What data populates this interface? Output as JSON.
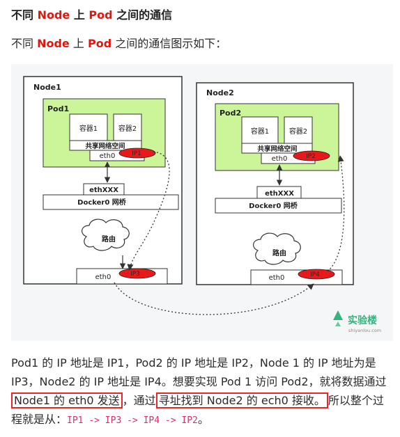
{
  "heading": {
    "prefix": "不同 ",
    "node": "Node",
    "mid": " 上 ",
    "pod": "Pod",
    "suffix": " 之间的通信"
  },
  "intro": {
    "prefix": "不同 ",
    "node": "Node",
    "mid": " 上 ",
    "pod": "Pod",
    "suffix": " 之间的通信图示如下："
  },
  "diagram": {
    "node1": {
      "title": "Node1",
      "pod": "Pod1",
      "container1": "容器1",
      "container2": "容器2",
      "netns": "共享网络空间",
      "eth0": "eth0",
      "ip": "IP1",
      "ethxxx": "ethXXX",
      "bridge": "Docker0 网桥",
      "router": "路由",
      "host_eth0": "eth0",
      "host_ip": "IP3"
    },
    "node2": {
      "title": "Node2",
      "pod": "Pod2",
      "container1": "容器1",
      "container2": "容器2",
      "netns": "共享网络空间",
      "eth0": "eth0",
      "ip": "IP2",
      "ethxxx": "ethXXX",
      "bridge": "Docker0 网桥",
      "router": "路由",
      "host_eth0": "eth0",
      "host_ip": "IP4"
    },
    "watermark": {
      "brand": "实验楼",
      "url": "shiyanlou.com"
    },
    "colors": {
      "pod_fill": "#ccf59a",
      "ip_fill": "#e8191b",
      "watermark": "#36b37e"
    }
  },
  "paragraph": {
    "p1": "Pod1 的 IP 地址是 IP1，Pod2 的 IP 地址是 IP2，Node 1 的 IP 地址为是 IP3，Node2 的 IP 地址是 IP4。想要实现 Pod 1 访问 Pod2，就将数据通过",
    "hl1": "Node1 的 eth0 发送",
    "p2": "，通过",
    "hl2": "寻址找到 Node2 的 ech0 接收。",
    "p3": "所以整个过程就是从：",
    "code": "IP1 -> IP3 -> IP4 -> IP2",
    "p4": "。"
  }
}
